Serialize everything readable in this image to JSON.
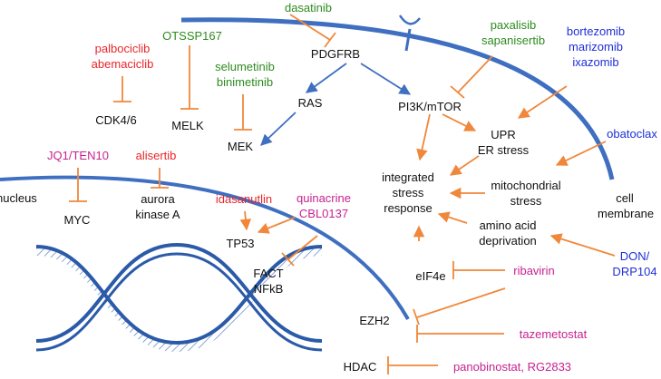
{
  "colors": {
    "membrane": "#3f6fc1",
    "inhibitor_arrow": "#f0873a",
    "pathway_arrow": "#3f6fc1",
    "dna": "#2a5aa8",
    "dna_hatch": "#5a7fbd",
    "red_drug": "#e8262a",
    "green_drug": "#2e8b1f",
    "blue_drug": "#1f2fd6",
    "magenta_drug": "#c7228f"
  },
  "compartments": {
    "cell_membrane": "cell membrane",
    "nucleus": "nucleus"
  },
  "targets": {
    "pdgfrb": "PDGFRB",
    "ras": "RAS",
    "pi3k_mtor": "PI3K/mTOR",
    "cdk46": "CDK4/6",
    "melk": "MELK",
    "mek": "MEK",
    "upr": "UPR",
    "er_stress": "ER stress",
    "integrated_stress_response": "integrated stress response",
    "mitochondrial_stress": "mitochondrial stress",
    "amino_acid_deprivation": "amino acid deprivation",
    "myc": "MYC",
    "aurora_kinase_a": "aurora kinase A",
    "tp53": "TP53",
    "fact": "FACT",
    "nfkb": "NFkB",
    "eif4e": "eIF4e",
    "ezh2": "EZH2",
    "hdac": "HDAC"
  },
  "drugs": {
    "dasatinib": "dasatinib",
    "otssp167": "OTSSP167",
    "palbociclib": "palbociclib",
    "abemaciclib": "abemaciclib",
    "selumetinib": "selumetinib",
    "binimetinib": "binimetinib",
    "paxalisib": "paxalisib",
    "sapanisertib": "sapanisertib",
    "bortezomib": "bortezomib",
    "marizomib": "marizomib",
    "ixazomib": "ixazomib",
    "obatoclax": "obatoclax",
    "jq1_ten10": "JQ1/TEN10",
    "alisertib": "alisertib",
    "idasanutlin": "idasanutlin",
    "quinacrine": "quinacrine",
    "cbl0137": "CBL0137",
    "ribavirin": "ribavirin",
    "don": "DON/",
    "drp104": "DRP104",
    "tazemetostat": "tazemetostat",
    "panobinostat_rg2833": "panobinostat, RG2833"
  }
}
